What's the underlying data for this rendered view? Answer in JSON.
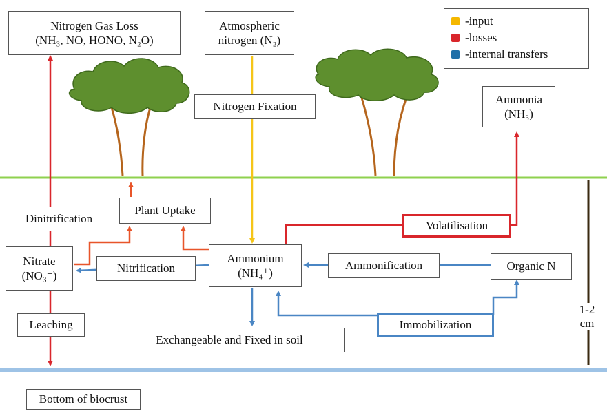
{
  "boxes": {
    "gas_loss": {
      "line1": "Nitrogen Gas Loss",
      "line2": "(NH₃, NO, HONO, N₂O)"
    },
    "atmospheric": {
      "line1": "Atmospheric",
      "line2": "nitrogen (N₂)"
    },
    "fixation": "Nitrogen Fixation",
    "ammonia": {
      "line1": "Ammonia",
      "line2": "(NH₃)"
    },
    "dinitrification": "Dinitrification",
    "plant_uptake": "Plant Uptake",
    "volatilisation": "Volatilisation",
    "nitrate": {
      "line1": "Nitrate",
      "line2": "(NO₃⁻)"
    },
    "nitrification": "Nitrification",
    "ammonium": {
      "line1": "Ammonium",
      "line2": "(NH₄⁺)"
    },
    "ammonification": "Ammonification",
    "organic_n": "Organic N",
    "leaching": "Leaching",
    "immobilization": "Immobilization",
    "exchangeable": "Exchangeable and Fixed in soil",
    "bottom": "Bottom of biocrust"
  },
  "depth_label": {
    "line1": "1-2",
    "line2": "cm"
  },
  "legend": [
    {
      "label": "-input",
      "color": "#f5b800"
    },
    {
      "label": "-losses",
      "color": "#d9262b"
    },
    {
      "label": "-internal transfers",
      "color": "#1f6fa8"
    }
  ],
  "colors": {
    "input": "#f5c518",
    "loss": "#d9262b",
    "plant": "#e8552a",
    "internal": "#4a86c4",
    "surface": "#8fd14f",
    "bottom_line": "#9ec3e6",
    "tree_canopy": "#5e8f2e",
    "tree_trunk": "#b5651d"
  }
}
